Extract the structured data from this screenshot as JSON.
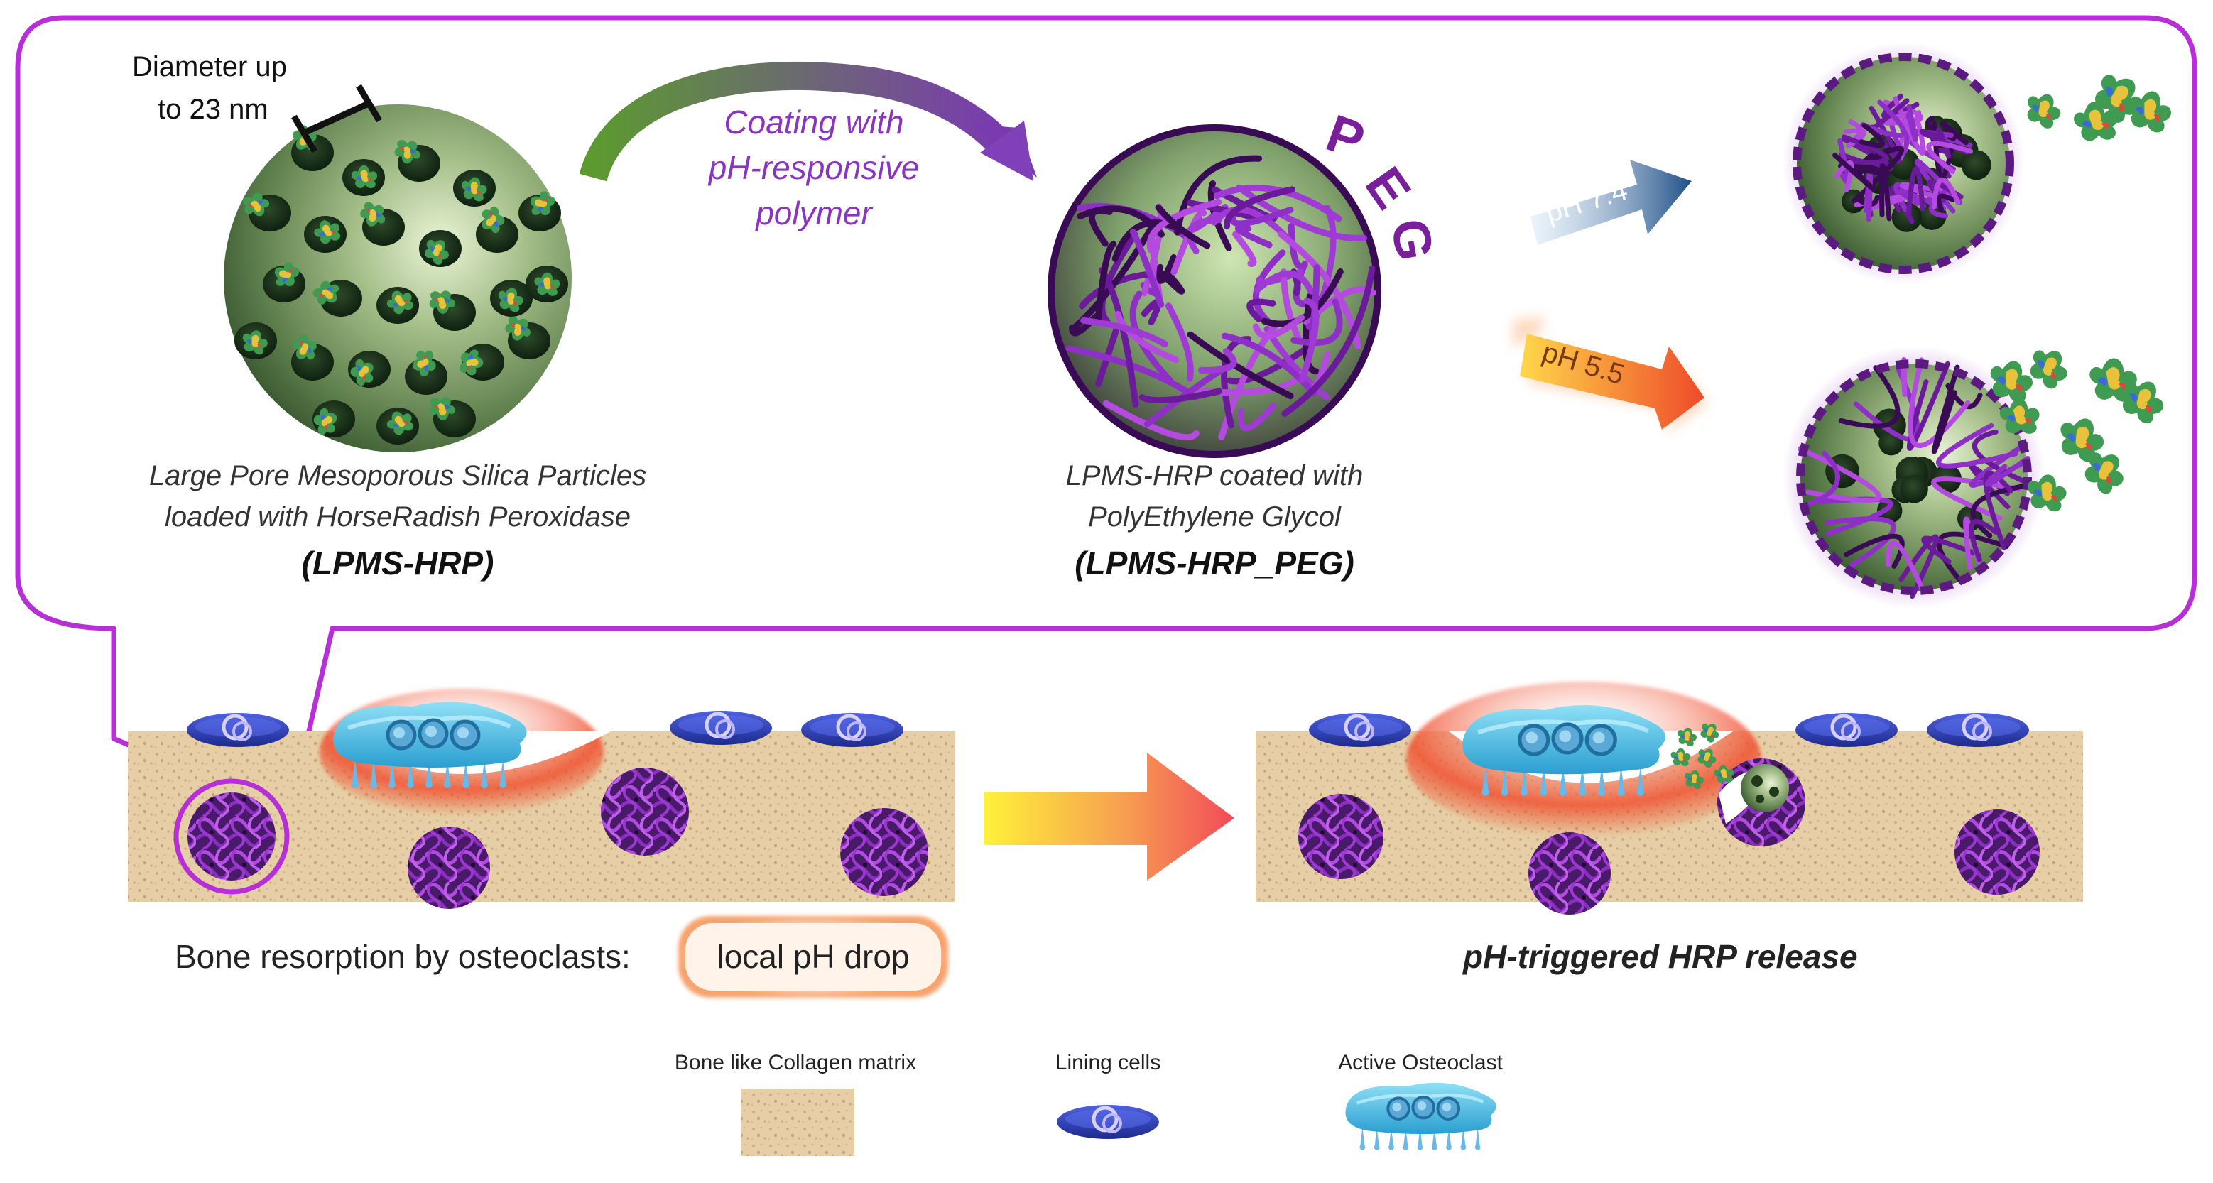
{
  "top_panel": {
    "diameter_label": [
      "Diameter up",
      "to 23 nm"
    ],
    "coating_label": [
      "Coating with",
      "pH-responsive",
      "polymer"
    ],
    "peg_letters": [
      "P",
      "E",
      "G"
    ],
    "lpms_caption": [
      "Large Pore Mesoporous Silica Particles",
      "loaded with HorseRadish Peroxidase"
    ],
    "lpms_abbrev": "LPMS-HRP",
    "peg_caption": [
      "LPMS-HRP coated with",
      "PolyEthylene Glycol"
    ],
    "peg_abbrev": "LPMS-HRP_PEG",
    "ph_high": "pH 7.4",
    "ph_low": "pH 5.5"
  },
  "bone_panel": {
    "resorption_label": "Bone resorption by osteoclasts:",
    "ph_drop_label": "local pH drop",
    "release_label": "pH-triggered HRP release"
  },
  "legend": {
    "matrix": "Bone like Collagen matrix",
    "lining": "Lining cells",
    "osteoclast": "Active Osteoclast"
  },
  "colors": {
    "callout_border": "#b72fd6",
    "peg_purple": "#7a1f9a",
    "silica_green": "#6b8f58",
    "ph_high_arrow": "#1f4f86",
    "ph_low_arrow": "#f05a28",
    "bone": "#e6cfa6",
    "osteoclast": "#4cb6e0",
    "lining_cell": "#2c3fb6"
  },
  "icons": [
    "silica-particle",
    "peg-coated-particle",
    "enzyme-protein",
    "lining-cell",
    "osteoclast",
    "transition-arrow"
  ]
}
